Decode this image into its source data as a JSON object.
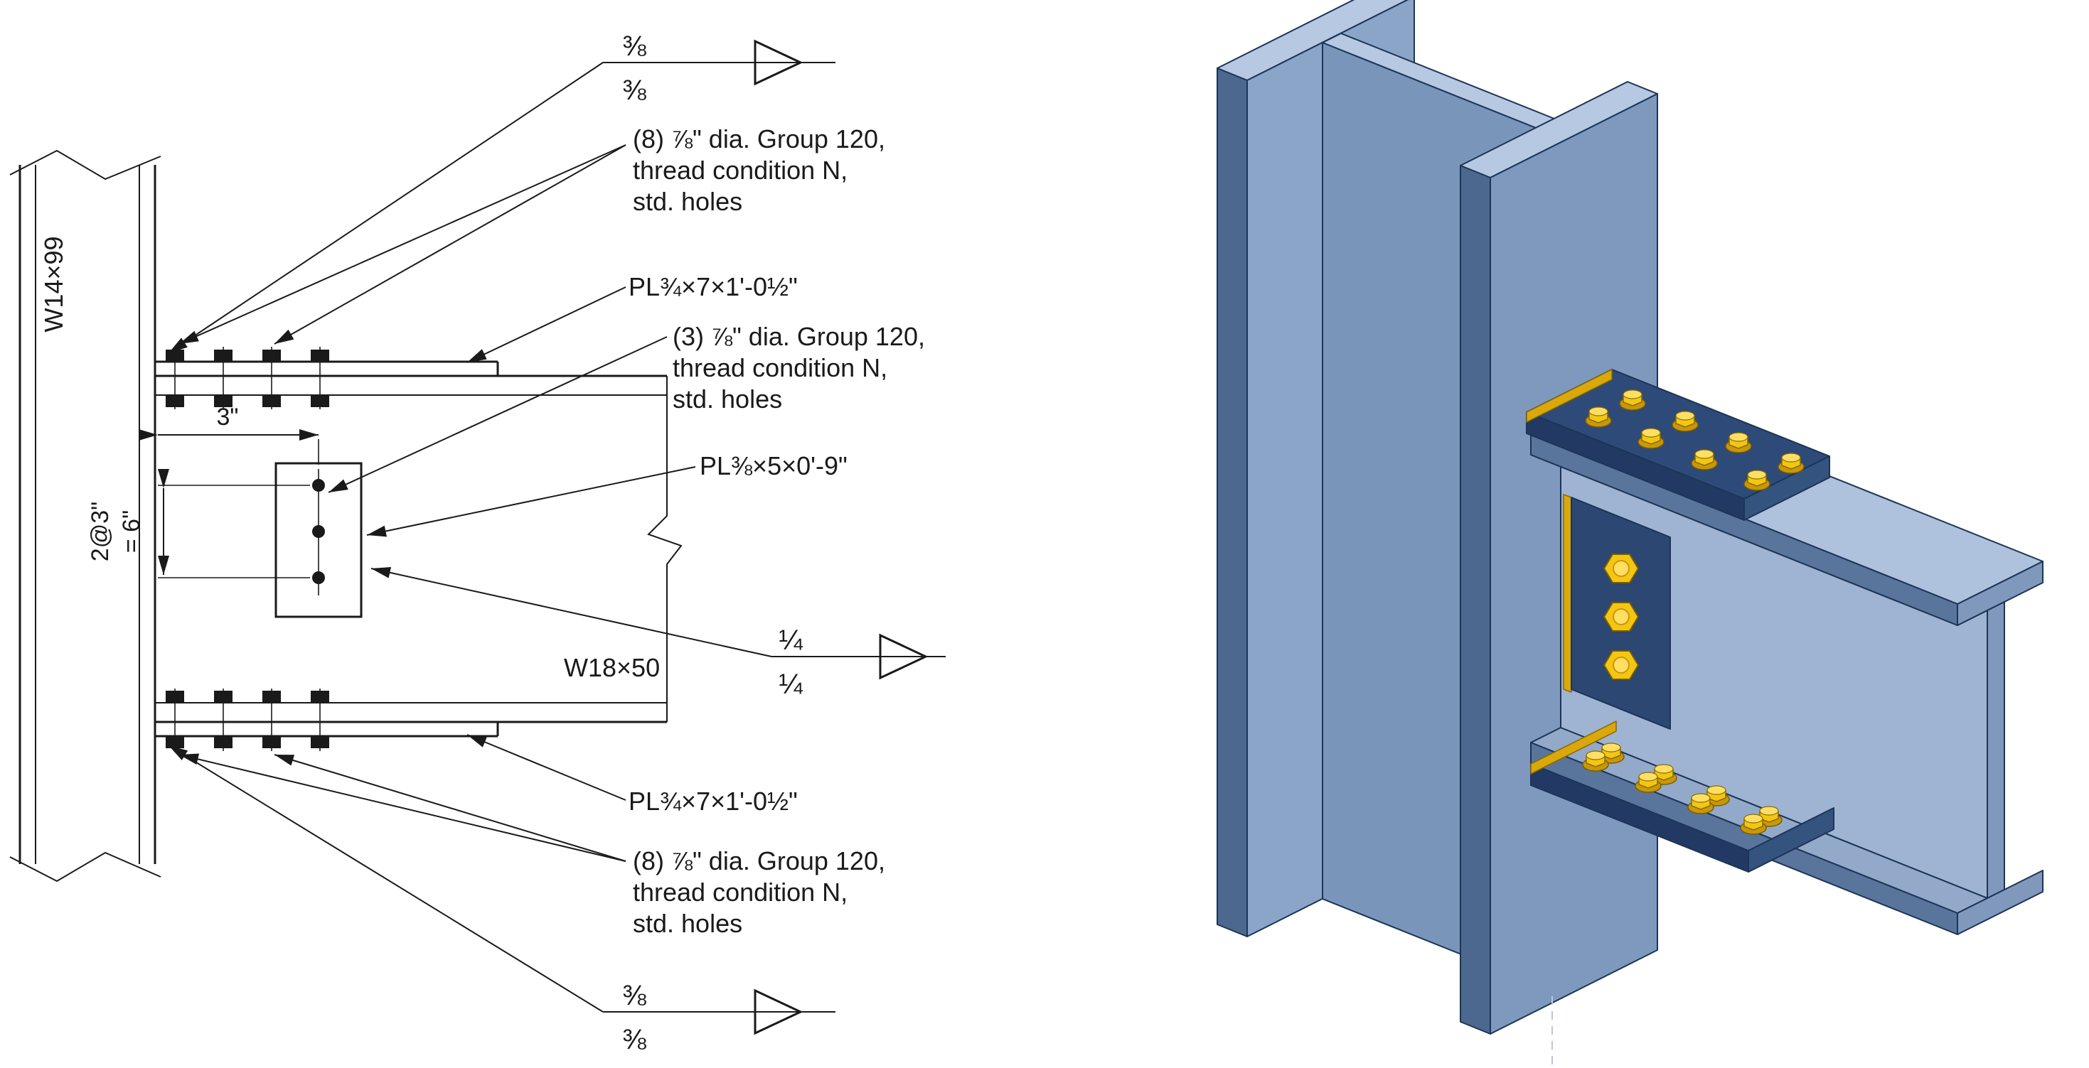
{
  "figure": {
    "description": "Bolted flange-plate moment connection detail, elevation drawing with 3D rendering"
  },
  "drawing": {
    "column_label": "W14×99",
    "beam_label": "W18×50",
    "dim_horizontal": "3\"",
    "dim_vertical_line1": "2@3\"",
    "dim_vertical_line2": "= 6\"",
    "plate_top_label": "PL¾×7×1'-0½\"",
    "plate_web_label": "PL⅜×5×0'-9\"",
    "plate_bottom_label": "PL¾×7×1'-0½\"",
    "callout_top_bolts": {
      "line1": "(8) ⅞\" dia. Group 120,",
      "line2": "thread condition N,",
      "line3": "std. holes"
    },
    "callout_web_bolts": {
      "line1": "(3) ⅞\" dia. Group 120,",
      "line2": "thread condition N,",
      "line3": "std. holes"
    },
    "callout_bottom_bolts": {
      "line1": "(8) ⅞\" dia. Group 120,",
      "line2": "thread condition N,",
      "line3": "std. holes"
    },
    "weld_top": {
      "size_top": "⅜",
      "size_bottom": "⅜"
    },
    "weld_web": {
      "size_top": "¼",
      "size_bottom": "¼"
    },
    "weld_bottom": {
      "size_top": "⅜",
      "size_bottom": "⅜"
    }
  },
  "render3d": {
    "colors": {
      "steel_top": "#b6c8e2",
      "steel_face_bright": "#8aa5c8",
      "steel_web_band": "#7a95ba",
      "steel_dark_strip": "#4c688f",
      "steel_near_face": "#7e99bd",
      "beam_top": "#aec1dd",
      "beam_side_dark": "#5a759c",
      "beam_web_light": "#9fb4d2",
      "beam_under": "#47628b",
      "beam_end": "#8098bc",
      "bflange_top_strip": "#93a9c9",
      "navy_top": "#2e4a78",
      "navy_side": "#223a63",
      "navy_end": "#35537f",
      "navy_face": "#2b4772",
      "gold": "#d9a80b",
      "bolt_gold": "#f3c614",
      "bolt_gold_dark": "#c9970a",
      "bolt_gold_light": "#ffdf63",
      "centerline": "#b9c7dd"
    }
  }
}
